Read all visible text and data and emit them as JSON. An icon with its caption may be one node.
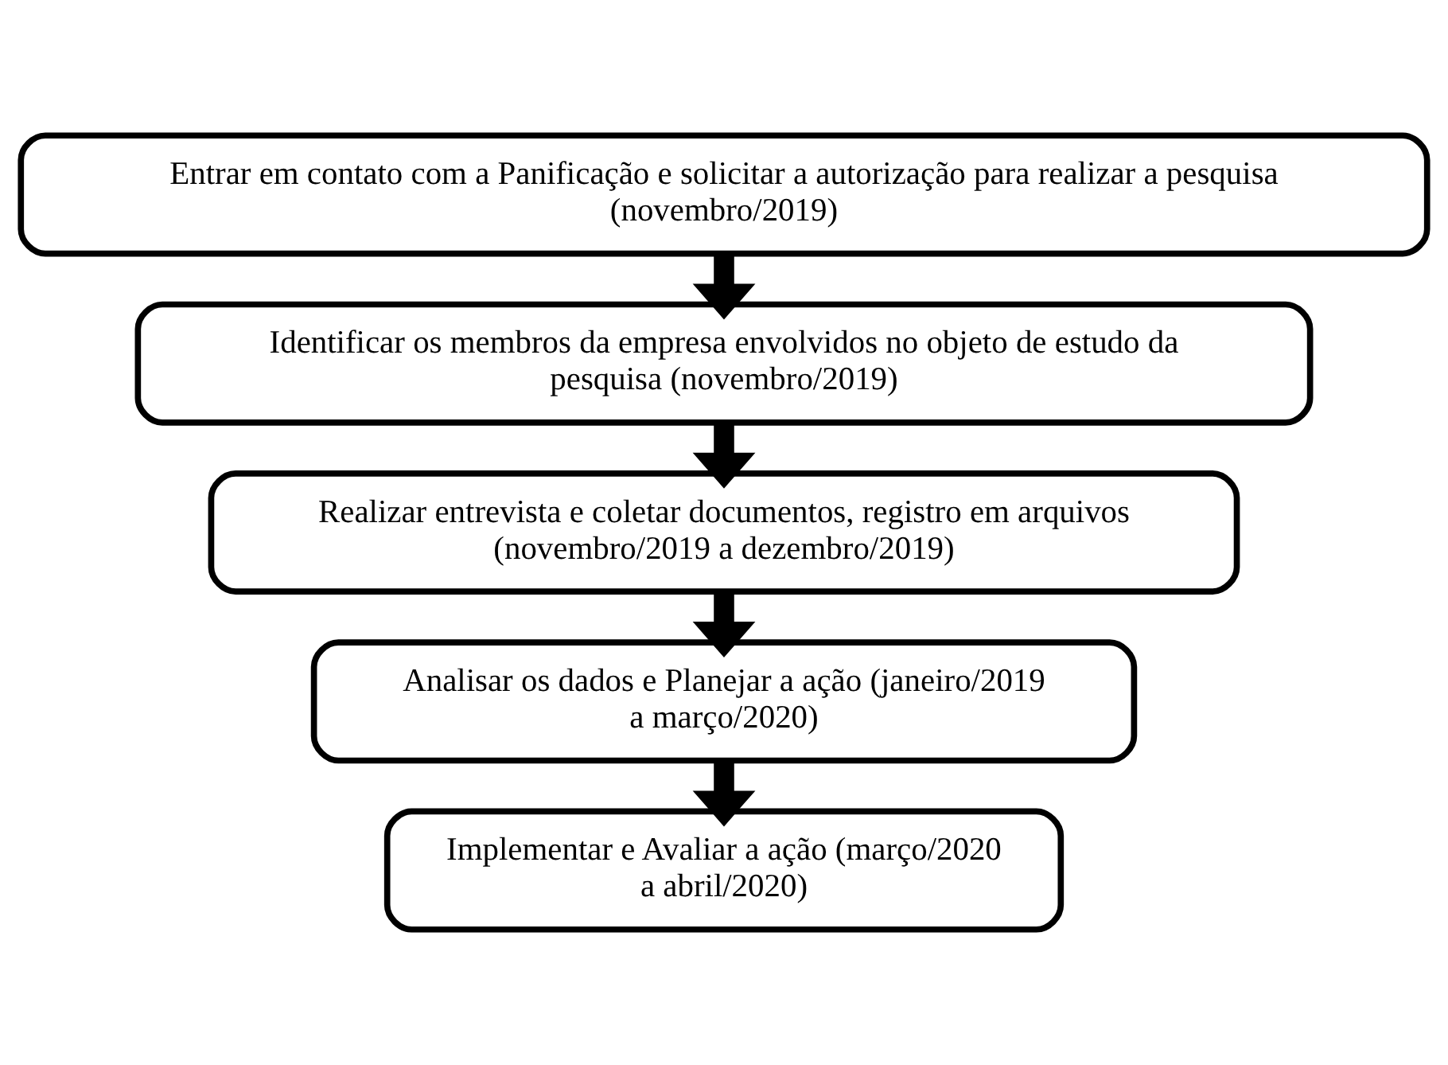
{
  "diagram": {
    "nodes": [
      {
        "text": [
          "Entrar em contato com a Panificação e solicitar a autorização para realizar a pesquisa (novembro/2019)"
        ]
      },
      {
        "text": [
          "Identificar os membros da empresa envolvidos no objeto de estudo da pesquisa (novembro/2019)"
        ]
      },
      {
        "text": [
          "Realizar entrevista e coletar documentos, registro em arquivos (novembro/2019 a dezembro/2019)"
        ]
      },
      {
        "text": [
          "Analisar os dados e Planejar a ação (janeiro/2019 a março/2020)"
        ]
      },
      {
        "text": [
          "Implementar e Avaliar a ação (março/2020 a abril/2020)"
        ]
      }
    ],
    "edges": [
      {
        "from": 0,
        "to": 1,
        "arrow": "to"
      },
      {
        "from": 1,
        "to": 2,
        "arrow": "to"
      },
      {
        "from": 2,
        "to": 3,
        "arrow": "to"
      },
      {
        "from": 3,
        "to": 4,
        "arrow": "to"
      }
    ]
  }
}
